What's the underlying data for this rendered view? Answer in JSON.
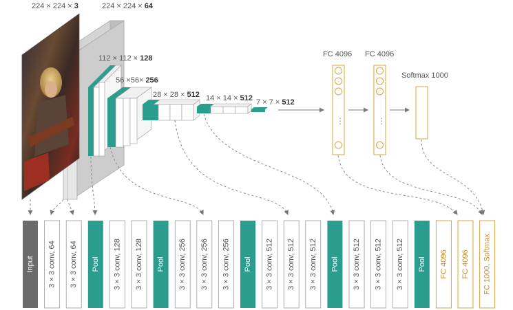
{
  "colors": {
    "teal": "#2a9d8f",
    "gray": "#6b6b6b",
    "fc_border": "#d9a441",
    "border": "#9a9a9a",
    "arrow": "#777777"
  },
  "top_labels": {
    "input_dims": "224 × 224 × ",
    "input_ch": "3",
    "b1_dims": "224 × 224 × ",
    "b1_ch": "64",
    "b2_dims": "112 × 112 × ",
    "b2_ch": "128",
    "b3_dims": "56 ×56× ",
    "b3_ch": "256",
    "b4_dims": "28 × 28 × ",
    "b4_ch": "512",
    "b5_dims": "14 × 14 × ",
    "b5_ch": "512",
    "b6_dims": "7 × 7 × ",
    "b6_ch": "512",
    "fc1": "FC 4096",
    "fc2": "FC 4096",
    "softmax": "Softmax 1000",
    "dots": "⋮"
  },
  "layers": [
    {
      "type": "input",
      "label": "Input"
    },
    {
      "type": "conv",
      "label": "3 × 3 conv,  64"
    },
    {
      "type": "conv",
      "label": "3 × 3 conv,  64"
    },
    {
      "type": "pool",
      "label": "Pool"
    },
    {
      "type": "conv",
      "label": "3 × 3 conv,  128"
    },
    {
      "type": "conv",
      "label": "3 × 3 conv,  128"
    },
    {
      "type": "pool",
      "label": "Pool"
    },
    {
      "type": "conv",
      "label": "3 × 3 conv,  256"
    },
    {
      "type": "conv",
      "label": "3 × 3 conv,  256"
    },
    {
      "type": "conv",
      "label": "3 × 3 conv,  256"
    },
    {
      "type": "pool",
      "label": "Pool"
    },
    {
      "type": "conv",
      "label": "3 × 3 conv,  512"
    },
    {
      "type": "conv",
      "label": "3 × 3 conv,  512"
    },
    {
      "type": "conv",
      "label": "3 × 3 conv,  512"
    },
    {
      "type": "pool",
      "label": "Pool"
    },
    {
      "type": "conv",
      "label": "3 × 3 conv,  512"
    },
    {
      "type": "conv",
      "label": "3 × 3 conv,  512"
    },
    {
      "type": "conv",
      "label": "3 × 3 conv,  512"
    },
    {
      "type": "pool",
      "label": "Pool"
    },
    {
      "type": "fc",
      "label": "FC 4096"
    },
    {
      "type": "fc",
      "label": "FC 4096"
    },
    {
      "type": "fc",
      "label": "FC 1000, Softmax"
    }
  ]
}
